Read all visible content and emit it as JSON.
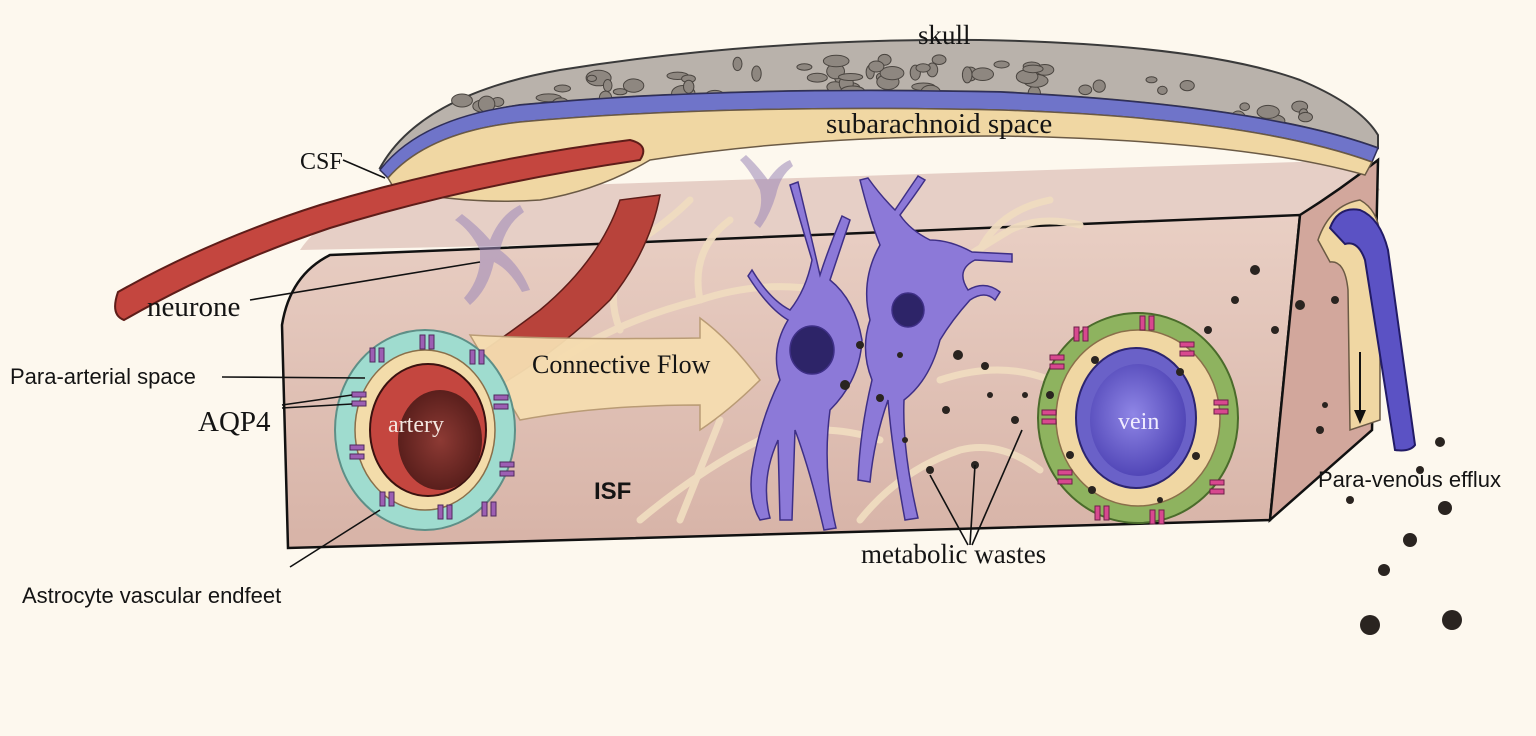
{
  "labels": {
    "skull": "skull",
    "subarachnoid_space": "subarachnoid space",
    "csf": "CSF",
    "neurone": "neurone",
    "para_arterial_space": "Para-arterial space",
    "aqp4": "AQP4",
    "artery": "artery",
    "connective_flow": "Connective Flow",
    "isf": "ISF",
    "vein": "vein",
    "para_venous_efflux": "Para-venous efflux",
    "metabolic_wastes": "metabolic wastes",
    "astrocyte_vascular_endfeet": "Astrocyte vascular endfeet"
  },
  "colors": {
    "background": "#fdf8ee",
    "skull": "#b9b2ab",
    "dura_blue": "#6f74c9",
    "csf_yellow": "#f3dcaa",
    "tissue": "#d9b7ad",
    "artery_red": "#c4463f",
    "vein_blue": "#5b52c4",
    "astrocyte_cyan": "#9fdccf",
    "endfeet_green": "#7fae55",
    "aqp4_purple": "#9c5fb3",
    "aqp4_pink": "#d8488f",
    "neuron_purple": "#8c79d8",
    "waste": "#2a2420"
  }
}
